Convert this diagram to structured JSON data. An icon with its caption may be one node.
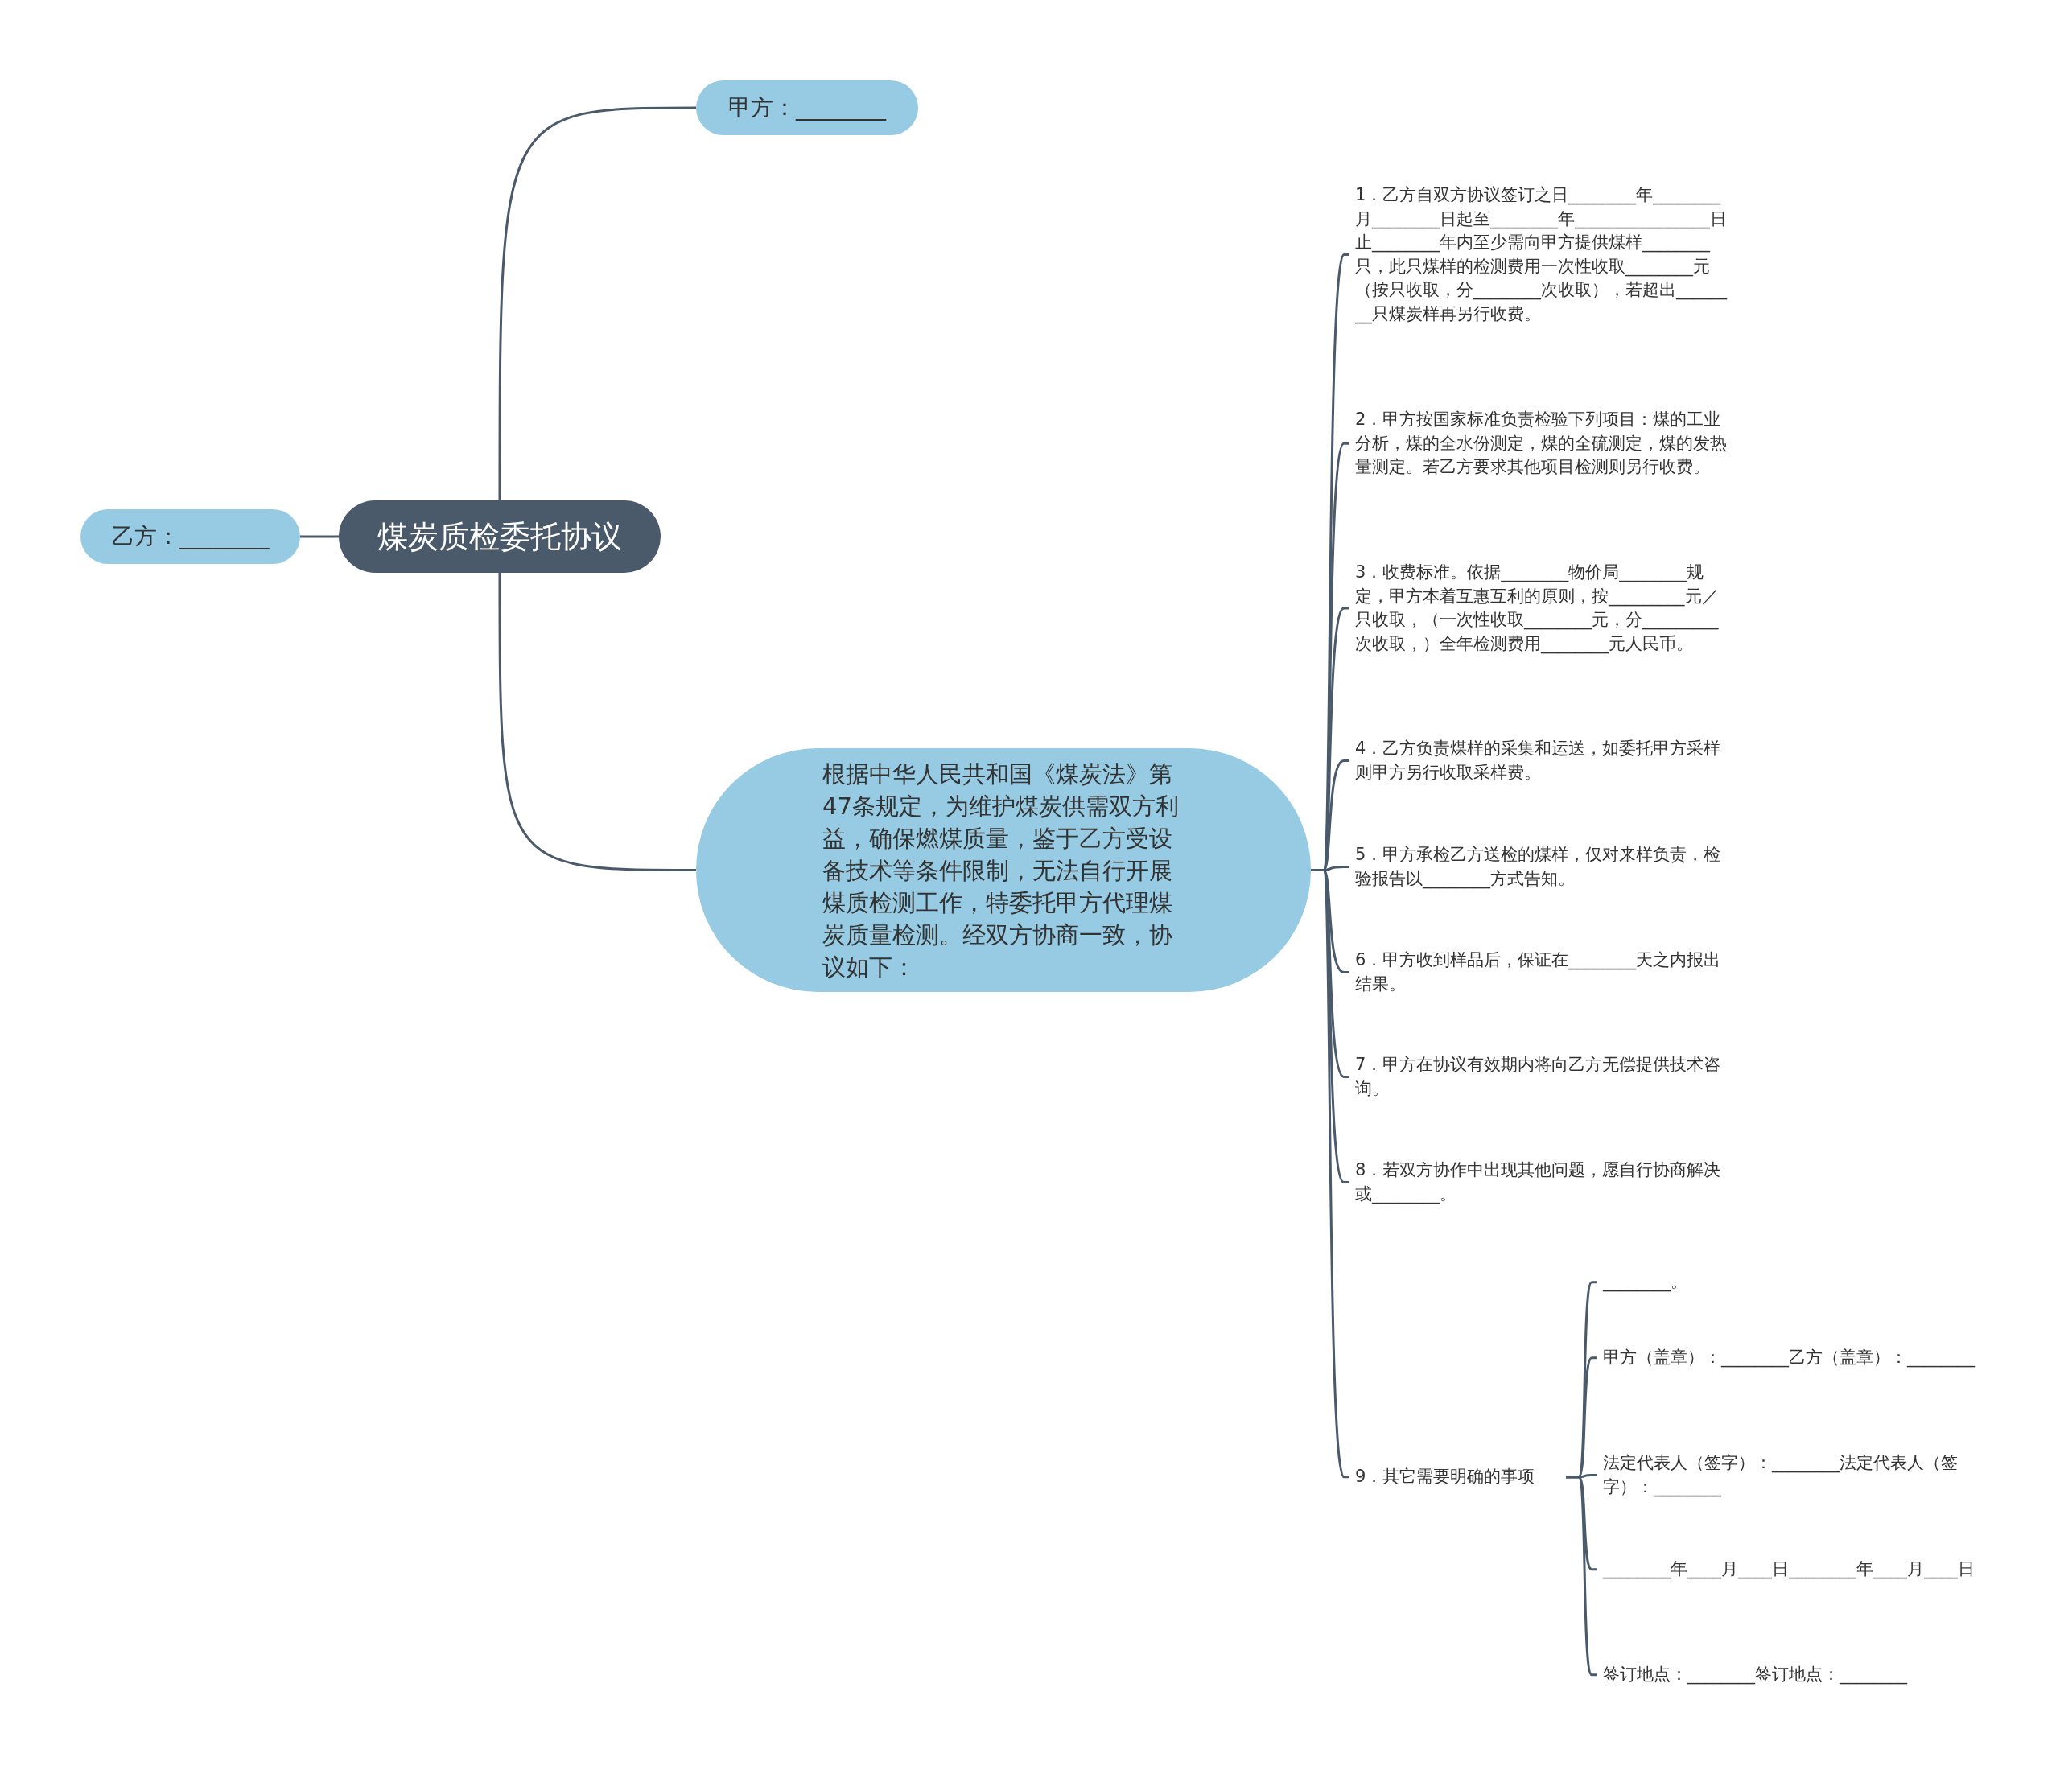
{
  "diagram": {
    "nodes": [
      {
        "text": [
          "煤炭质检委托协议"
        ]
      },
      {
        "text": [
          "甲方：________"
        ]
      },
      {
        "text": [
          "乙方：________"
        ]
      },
      {
        "text": [
          "根据中华人民共和国《煤炭法》第47条规定，为维护煤炭供需双方利益，确保燃煤质量，鉴于乙方受设备技术等条件限制，无法自行开展煤质检测工作，特委托甲方代理煤炭质量检测。经双方协商一致，协议如下："
        ]
      },
      {
        "text": [
          "1．乙方自双方协议签订之日________年________月________日起至________年________________日止________年内至少需向甲方提供煤样________只，此只煤样的检测费用一次性收取________元（按只收取，分________次收取），若超出________只煤炭样再另行收费。"
        ]
      },
      {
        "text": [
          "2．甲方按国家标准负责检验下列项目：煤的工业分析，煤的全水份测定，煤的全硫测定，煤的发热量测定。若乙方要求其他项目检测则另行收费。"
        ]
      },
      {
        "text": [
          "3．收费标准。依据________物价局________规定，甲方本着互惠互利的原则，按_________元／只收取，（一次性收取________元，分_________次收取，）全年检测费用________元人民币。"
        ]
      },
      {
        "text": [
          "4．乙方负责煤样的采集和运送，如委托甲方采样则甲方另行收取采样费。"
        ]
      },
      {
        "text": [
          "5．甲方承检乙方送检的煤样，仅对来样负责，检验报告以________方式告知。"
        ]
      },
      {
        "text": [
          "6．甲方收到样品后，保证在________天之内报出结果。"
        ]
      },
      {
        "text": [
          "7．甲方在协议有效期内将向乙方无偿提供技术咨询。"
        ]
      },
      {
        "text": [
          "8．若双方协作中出现其他问题，愿自行协商解决或________。"
        ]
      },
      {
        "text": [
          "9．其它需要明确的事项"
        ]
      },
      {
        "text": [
          "________。"
        ]
      },
      {
        "text": [
          "甲方（盖章）：________乙方（盖章）：________"
        ]
      },
      {
        "text": [
          "法定代表人（签字）：________法定代表人（签字）：________"
        ]
      },
      {
        "text": [
          "________年____月____日________年____月____日"
        ]
      },
      {
        "text": [
          "签订地点：________签订地点：________"
        ]
      }
    ],
    "edges": [
      {
        "from": 0,
        "to": 1,
        "arrow": "none"
      },
      {
        "from": 0,
        "to": 2,
        "arrow": "none"
      },
      {
        "from": 0,
        "to": 3,
        "arrow": "none"
      },
      {
        "from": 3,
        "to": 4,
        "arrow": "none"
      },
      {
        "from": 3,
        "to": 5,
        "arrow": "none"
      },
      {
        "from": 3,
        "to": 6,
        "arrow": "none"
      },
      {
        "from": 3,
        "to": 7,
        "arrow": "none"
      },
      {
        "from": 3,
        "to": 8,
        "arrow": "none"
      },
      {
        "from": 3,
        "to": 9,
        "arrow": "none"
      },
      {
        "from": 3,
        "to": 10,
        "arrow": "none"
      },
      {
        "from": 3,
        "to": 11,
        "arrow": "none"
      },
      {
        "from": 3,
        "to": 12,
        "arrow": "none"
      },
      {
        "from": 12,
        "to": 13,
        "arrow": "none"
      },
      {
        "from": 12,
        "to": 14,
        "arrow": "none"
      },
      {
        "from": 12,
        "to": 15,
        "arrow": "none"
      },
      {
        "from": 12,
        "to": 16,
        "arrow": "none"
      },
      {
        "from": 12,
        "to": 17,
        "arrow": "none"
      }
    ]
  }
}
